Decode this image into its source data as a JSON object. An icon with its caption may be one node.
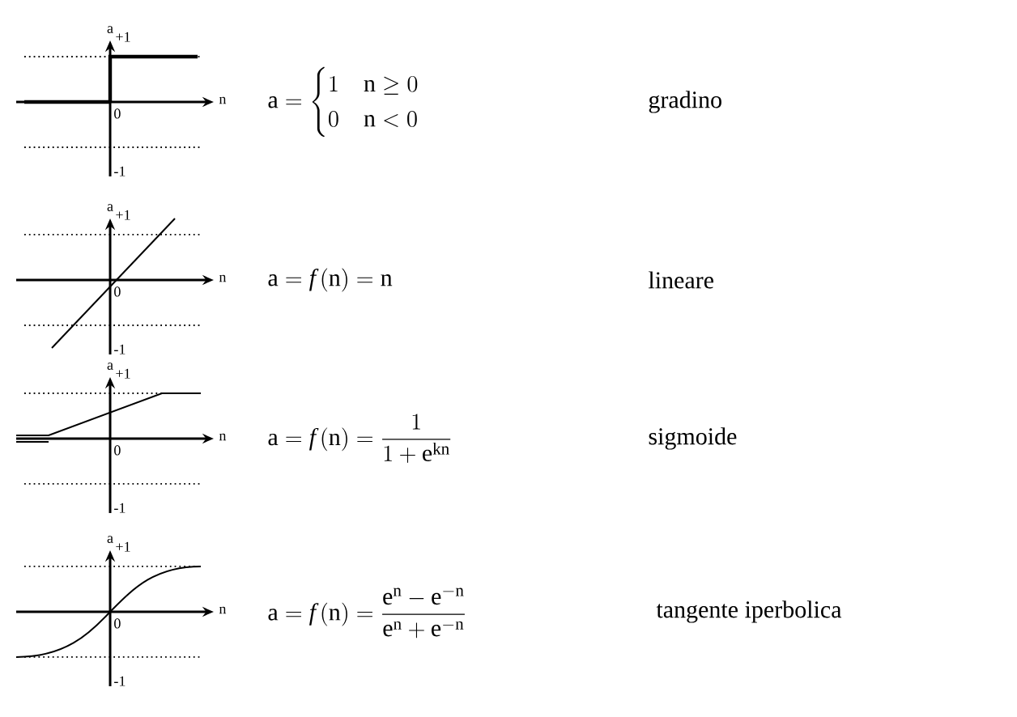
{
  "diagram": {
    "labels": [
      "a",
      "+1",
      "n",
      "0",
      "-1",
      "\\mathrm{a} = \\begin{cases} 1 & \\mathrm{n} \\geq 0 \\\\ 0 & \\mathrm{n} < 0 \\end{cases}",
      "gradino",
      "a",
      "+1",
      "n",
      "0",
      "-1",
      "\\mathrm{a} = \\mathit{f}\\,(\\mathrm{n}) = \\mathrm{n}",
      "lineare",
      "a",
      "+1",
      "n",
      "0",
      "-1",
      "\\mathrm{a} = \\mathit{f}\\,(\\mathrm{n}) = \\frac{1}{1 + \\mathrm{e}^{\\mathrm{kn}}}",
      "sigmoide",
      "a",
      "+1",
      "n",
      "0",
      "-1",
      "\\mathrm{a} = \\mathit{f}\\,(\\mathrm{n}) = \\frac{\\mathrm{e}^{\\mathrm{n}} - \\mathrm{e}^{-\\mathrm{n}}}{\\mathrm{e}^{\\mathrm{n}} + \\mathrm{e}^{-\\mathrm{n}}}",
      "tangente iperbolica"
    ]
  }
}
